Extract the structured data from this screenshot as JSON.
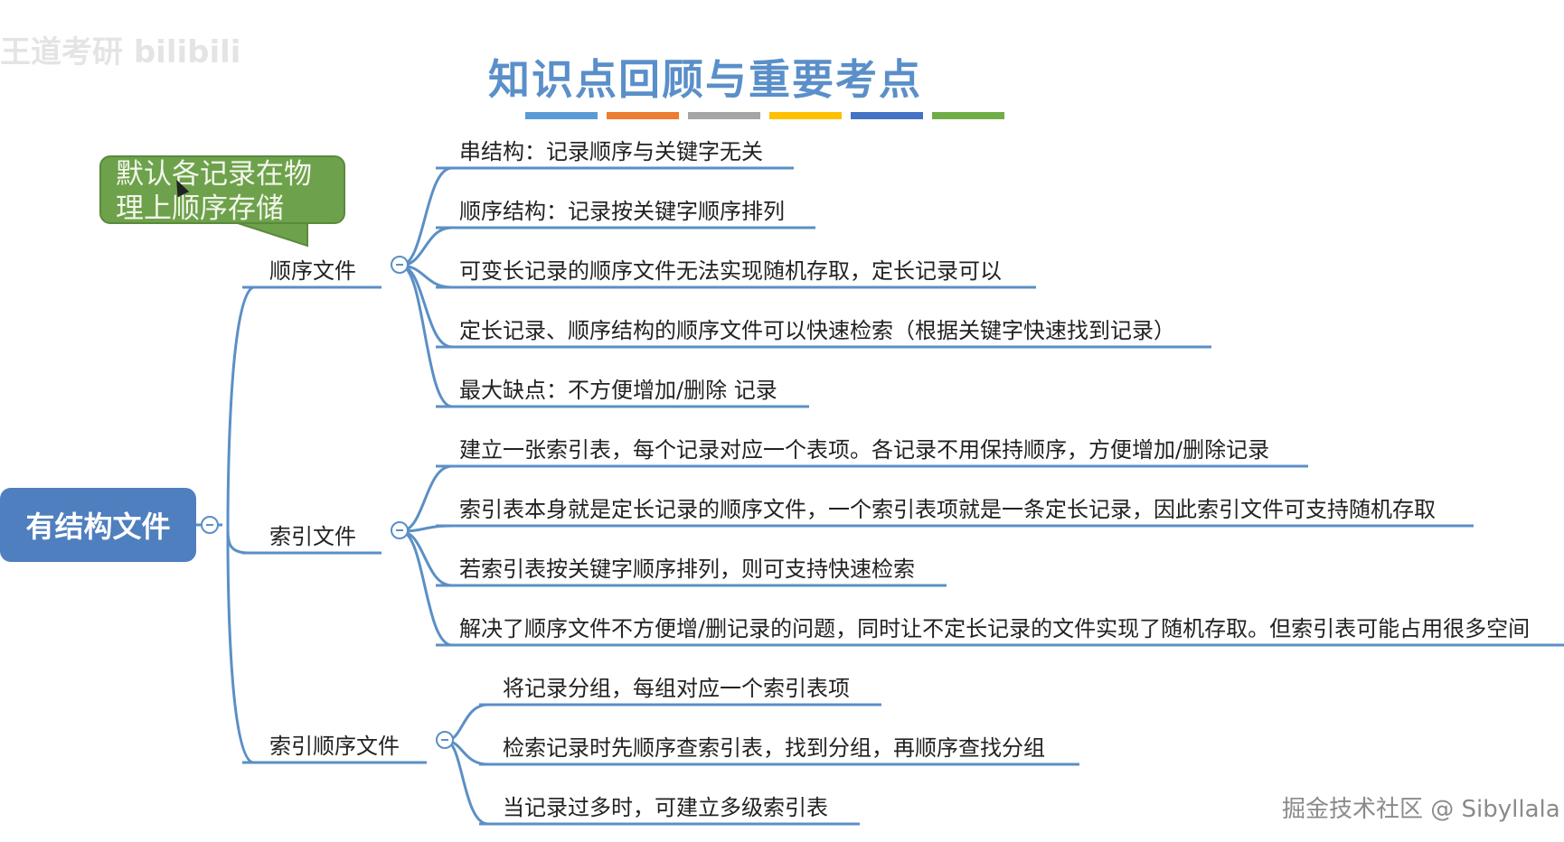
{
  "watermarks": {
    "top_left": "王道考研 bilibili",
    "bottom_right": "掘金技术社区 @ Sibyllala"
  },
  "title": "知识点回顾与重要考点",
  "title_bar_colors": [
    "#5b9bd5",
    "#ed7d31",
    "#a5a5a5",
    "#ffc000",
    "#4472c4",
    "#70ad47"
  ],
  "root": {
    "label": "有结构文件"
  },
  "callout": {
    "line1": "默认各记录在物",
    "line2": "理上顺序存储"
  },
  "branches": [
    {
      "label": "顺序文件",
      "children": [
        "串结构：记录顺序与关键字无关",
        "顺序结构：记录按关键字顺序排列",
        "可变长记录的顺序文件无法实现随机存取，定长记录可以",
        "定长记录、顺序结构的顺序文件可以快速检索（根据关键字快速找到记录）",
        "最大缺点：不方便增加/删除 记录"
      ]
    },
    {
      "label": "索引文件",
      "children": [
        "建立一张索引表，每个记录对应一个表项。各记录不用保持顺序，方便增加/删除记录",
        "索引表本身就是定长记录的顺序文件，一个索引表项就是一条定长记录，因此索引文件可支持随机存取",
        "若索引表按关键字顺序排列，则可支持快速检索",
        "解决了顺序文件不方便增/删记录的问题，同时让不定长记录的文件实现了随机存取。但索引表可能占用很多空间"
      ]
    },
    {
      "label": "索引顺序文件",
      "children": [
        "将记录分组，每组对应一个索引表项",
        "检索记录时先顺序查索引表，找到分组，再顺序查找分组",
        "当记录过多时，可建立多级索引表"
      ]
    }
  ],
  "colors": {
    "line": "#5b8fc6",
    "root": "#4f7fbf",
    "callout": "#6ea14b",
    "title": "#5a8fc9"
  }
}
